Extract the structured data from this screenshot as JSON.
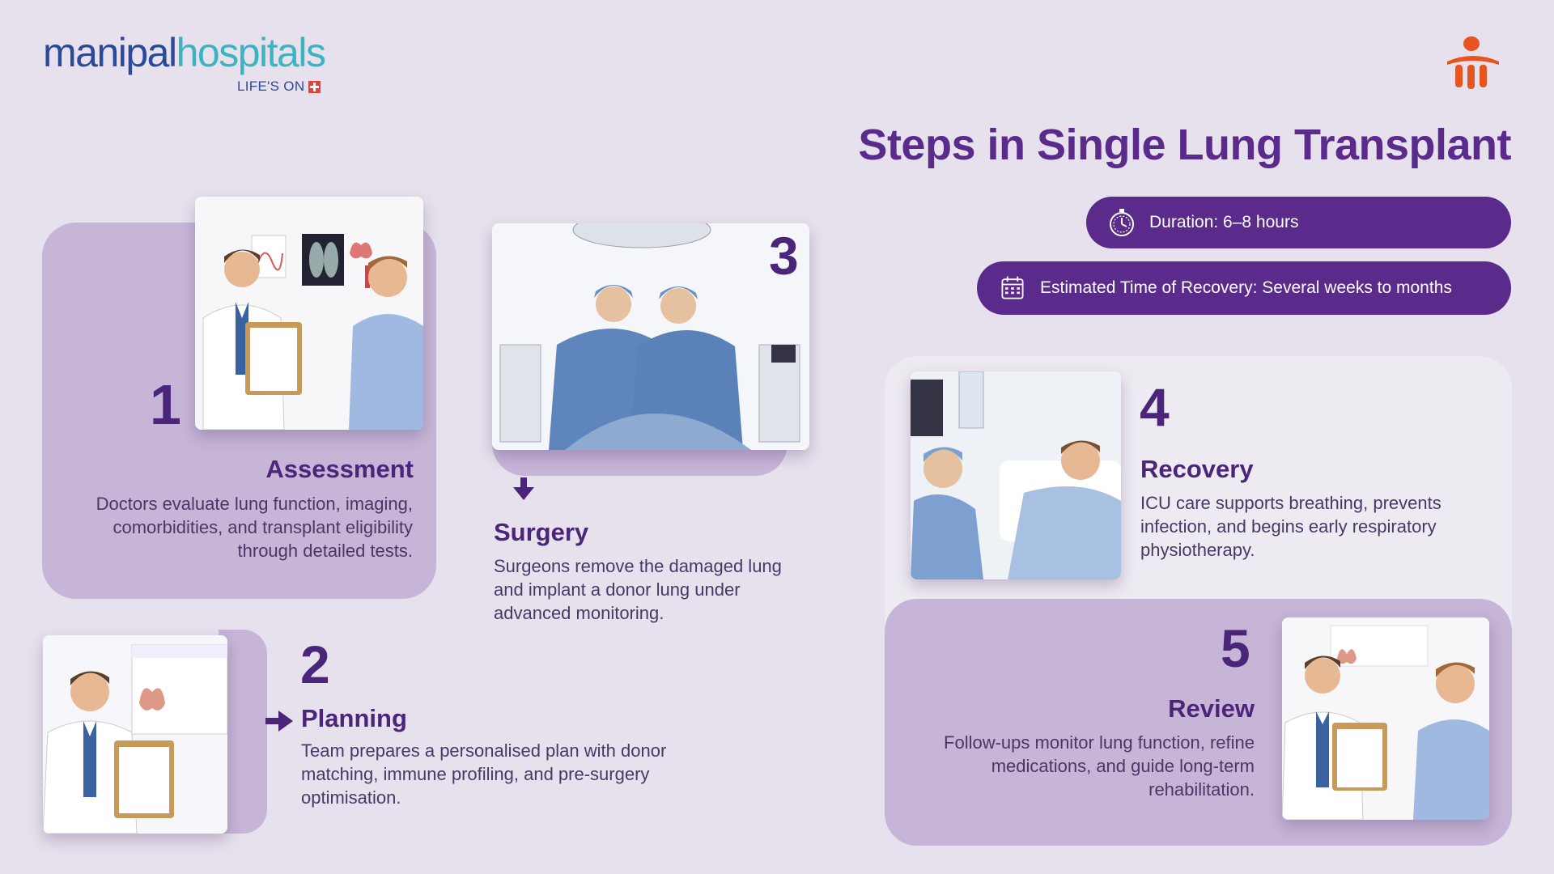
{
  "brand": {
    "name_part1": "manipal",
    "name_part2": "hospitals",
    "tagline": "LIFE'S ON"
  },
  "title": "Steps in Single Lung Transplant",
  "info": {
    "duration": "Duration: 6–8 hours",
    "recovery": "Estimated Time of Recovery: Several weeks to months"
  },
  "steps": [
    {
      "number": "1",
      "title": "Assessment",
      "description": "Doctors evaluate lung function, imaging, comorbidities, and transplant eligibility through detailed tests."
    },
    {
      "number": "2",
      "title": "Planning",
      "description": "Team prepares a personalised plan with donor matching, immune profiling, and pre-surgery optimisation."
    },
    {
      "number": "3",
      "title": "Surgery",
      "description": "Surgeons remove the damaged lung and implant a donor lung under advanced monitoring."
    },
    {
      "number": "4",
      "title": "Recovery",
      "description": "ICU care supports breathing, prevents infection, and begins early respiratory physiotherapy."
    },
    {
      "number": "5",
      "title": "Review",
      "description": "Follow-ups monitor lung function, refine medications, and guide long-term rehabilitation."
    }
  ],
  "colors": {
    "accent": "#5a2b8b",
    "card": "#c6b5d7",
    "background": "#e6e1ec",
    "brand_blue": "#2c4a9a",
    "brand_teal": "#3cb3c0",
    "logo_orange": "#e8541e"
  },
  "icons": {
    "duration": "stopwatch-icon",
    "recovery": "calendar-icon"
  }
}
